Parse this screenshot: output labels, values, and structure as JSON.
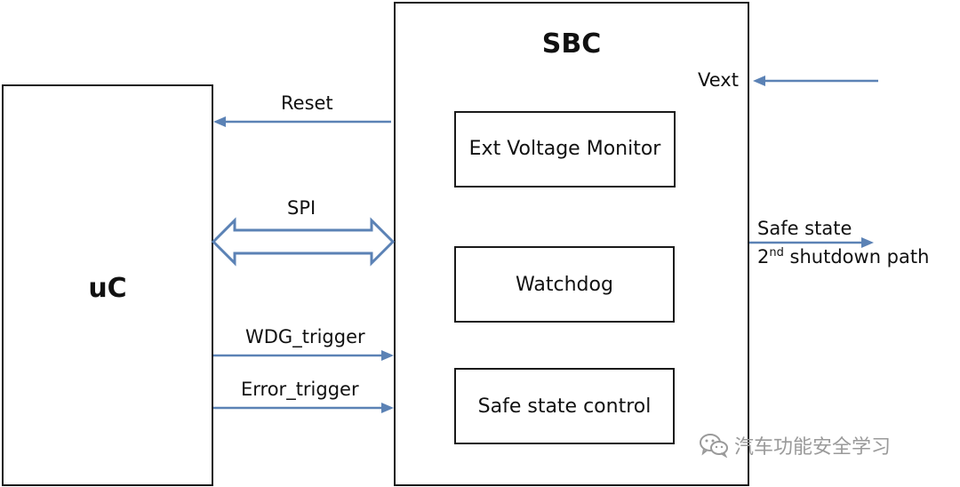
{
  "blocks": {
    "uc": "uC",
    "sbc": "SBC",
    "ext_voltage_monitor": "Ext Voltage Monitor",
    "watchdog": "Watchdog",
    "safe_state_control": "Safe state control"
  },
  "signals": {
    "reset": "Reset",
    "spi": "SPI",
    "wdg_trigger": "WDG_trigger",
    "error_trigger": "Error_trigger",
    "vext": "Vext",
    "safe_state": "Safe state",
    "shutdown_prefix": "2",
    "shutdown_sup": "nd",
    "shutdown_suffix": " shutdown path"
  },
  "watermark": {
    "text": "汽车功能安全学习",
    "icon": "wechat-icon"
  },
  "colors": {
    "arrow": "#5b82b5",
    "box_border": "#1a1a1a"
  }
}
